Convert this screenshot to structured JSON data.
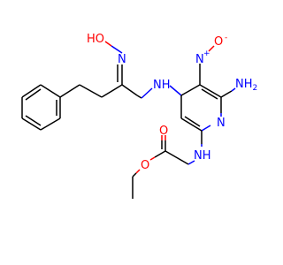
{
  "colors": {
    "carbon_bond": "#000000",
    "nitrogen": "#0000ff",
    "oxygen": "#ff0000",
    "background": "#ffffff"
  },
  "labels": {
    "hydroxyl": "HO",
    "oxime_n": "N",
    "nitro_n": "N",
    "nitro_n_charge": "+",
    "nitro_o": "O",
    "nitro_o_charge": "-",
    "amine_nh": "NH",
    "amino_nh2": "NH",
    "amino_nh2_subscript": "2",
    "pyridine_n": "N",
    "carbamate_nh": "NH",
    "carbonyl_o": "O",
    "ester_o": "O"
  }
}
